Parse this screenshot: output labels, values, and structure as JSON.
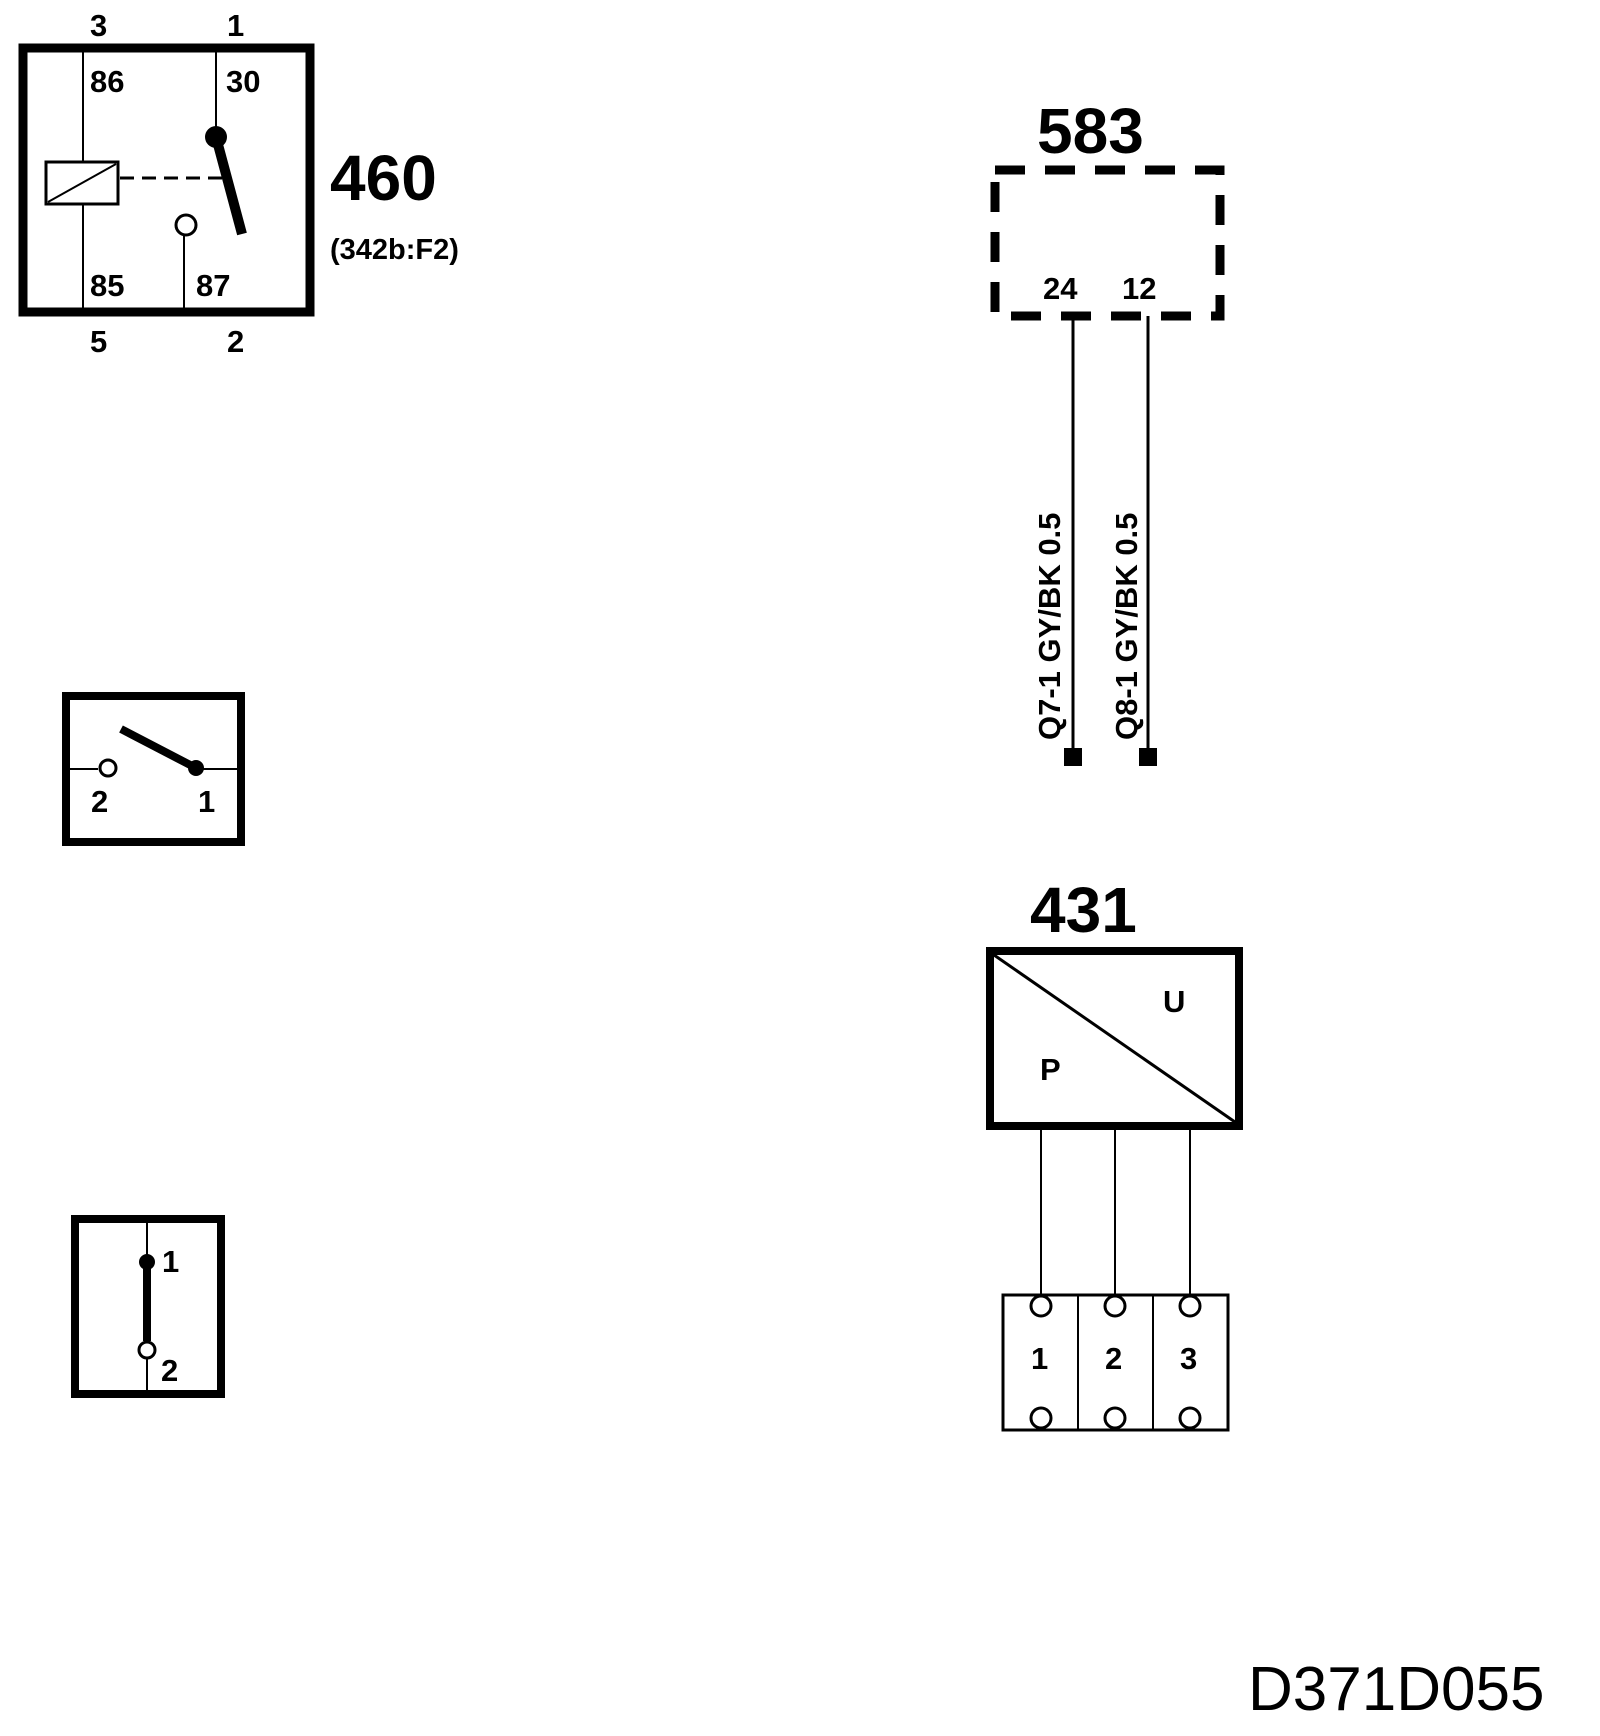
{
  "relay_460": {
    "id": "460",
    "ref": "(342b:F2)",
    "pins_top": [
      "3",
      "1"
    ],
    "pins_bottom": [
      "5",
      "2"
    ],
    "terminals": [
      "86",
      "30",
      "85",
      "87"
    ]
  },
  "switch_a": {
    "pins": [
      "2",
      "1"
    ]
  },
  "switch_b": {
    "pins": [
      "1",
      "2"
    ]
  },
  "unit_583": {
    "id": "583",
    "pins": [
      "24",
      "12"
    ],
    "wires": [
      "Q7-1 GY/BK 0.5",
      "Q8-1 GY/BK 0.5"
    ]
  },
  "sensor_431": {
    "id": "431",
    "labels": {
      "u": "U",
      "p": "P"
    },
    "connector_pins": [
      "1",
      "2",
      "3"
    ]
  },
  "footer": {
    "code": "D371D055"
  }
}
